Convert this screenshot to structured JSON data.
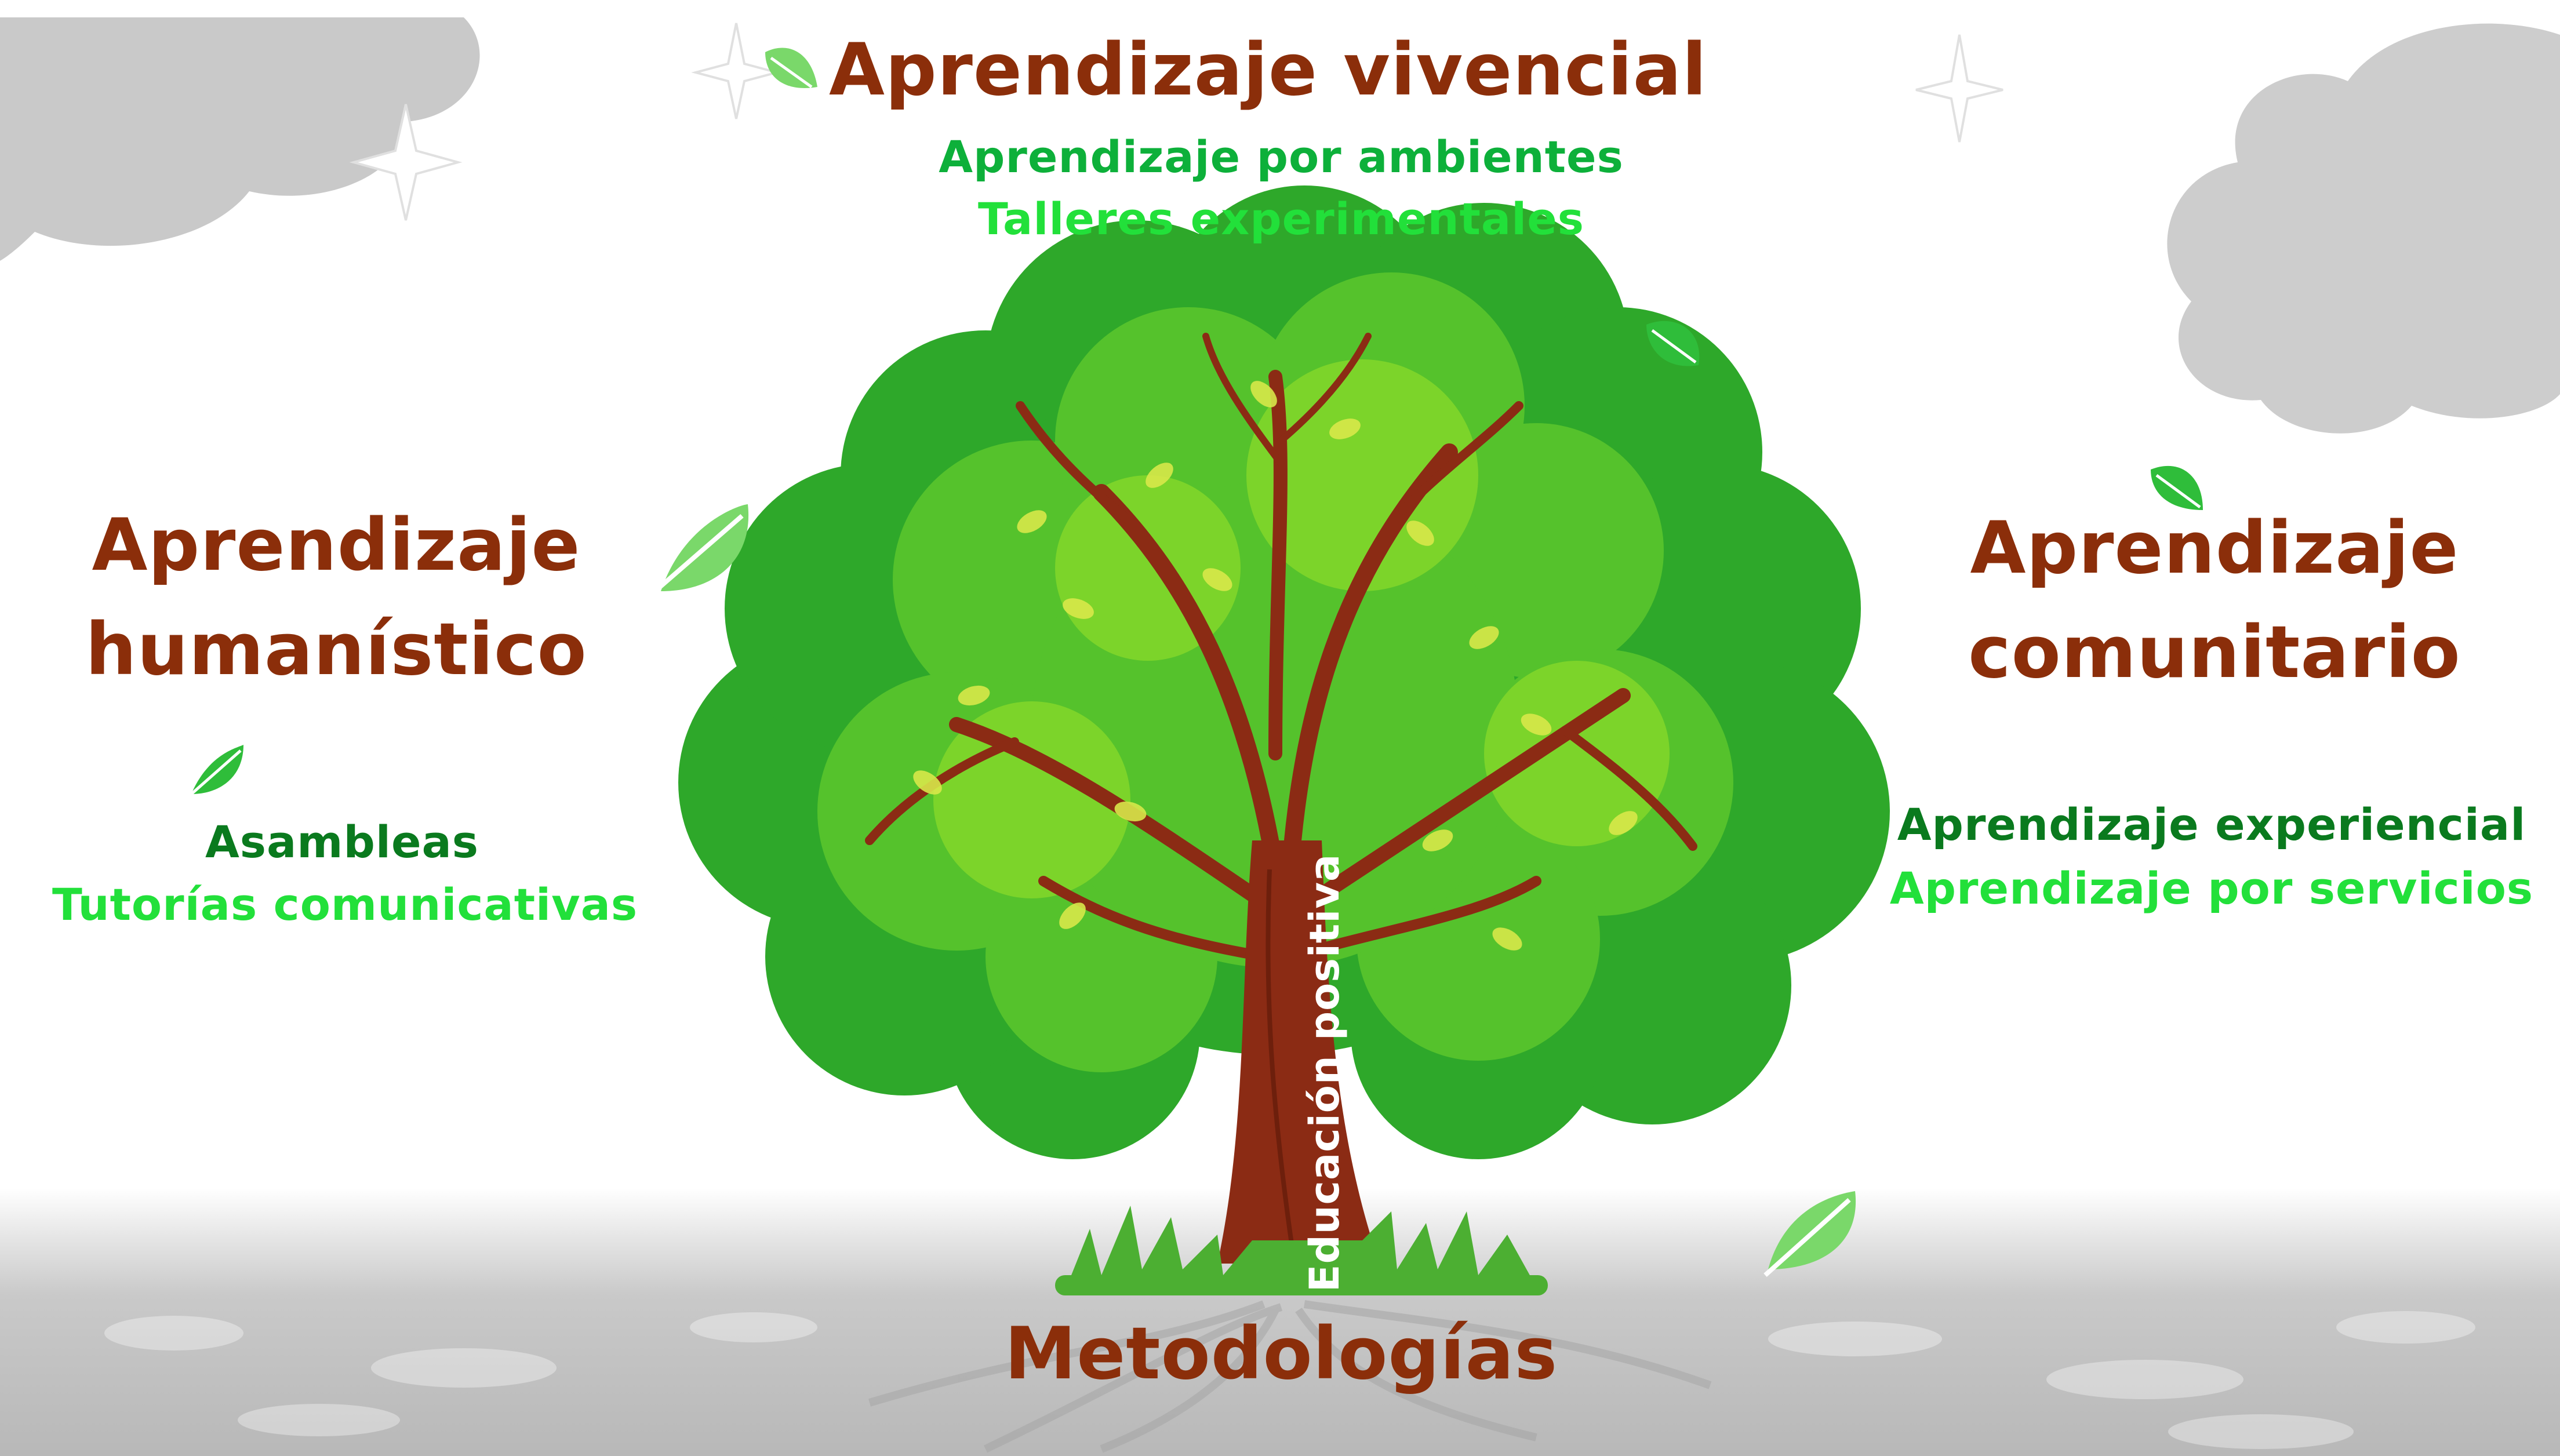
{
  "colors": {
    "heading": "#8b2e0a",
    "dark_green": "#0a7a1e",
    "light_green": "#22e03a",
    "mid_green": "#0db03a",
    "trunk_text": "#ffffff"
  },
  "top": {
    "title": "Aprendizaje vivencial",
    "items": [
      "Aprendizaje por ambientes",
      "Talleres experimentales"
    ]
  },
  "left": {
    "title_line1": "Aprendizaje",
    "title_line2": "humanístico",
    "items": [
      "Asambleas",
      "Tutorías comunicativas"
    ]
  },
  "right": {
    "title_line1": "Aprendizaje",
    "title_line2": "comunitario",
    "items": [
      "Aprendizaje experiencial",
      "Aprendizaje por servicios"
    ]
  },
  "trunk_label": "Educación positiva",
  "root_label": "Metodologías",
  "icons": [
    "leaf-icon",
    "sparkle-icon",
    "cloud-icon",
    "tree-icon",
    "grass-icon"
  ]
}
